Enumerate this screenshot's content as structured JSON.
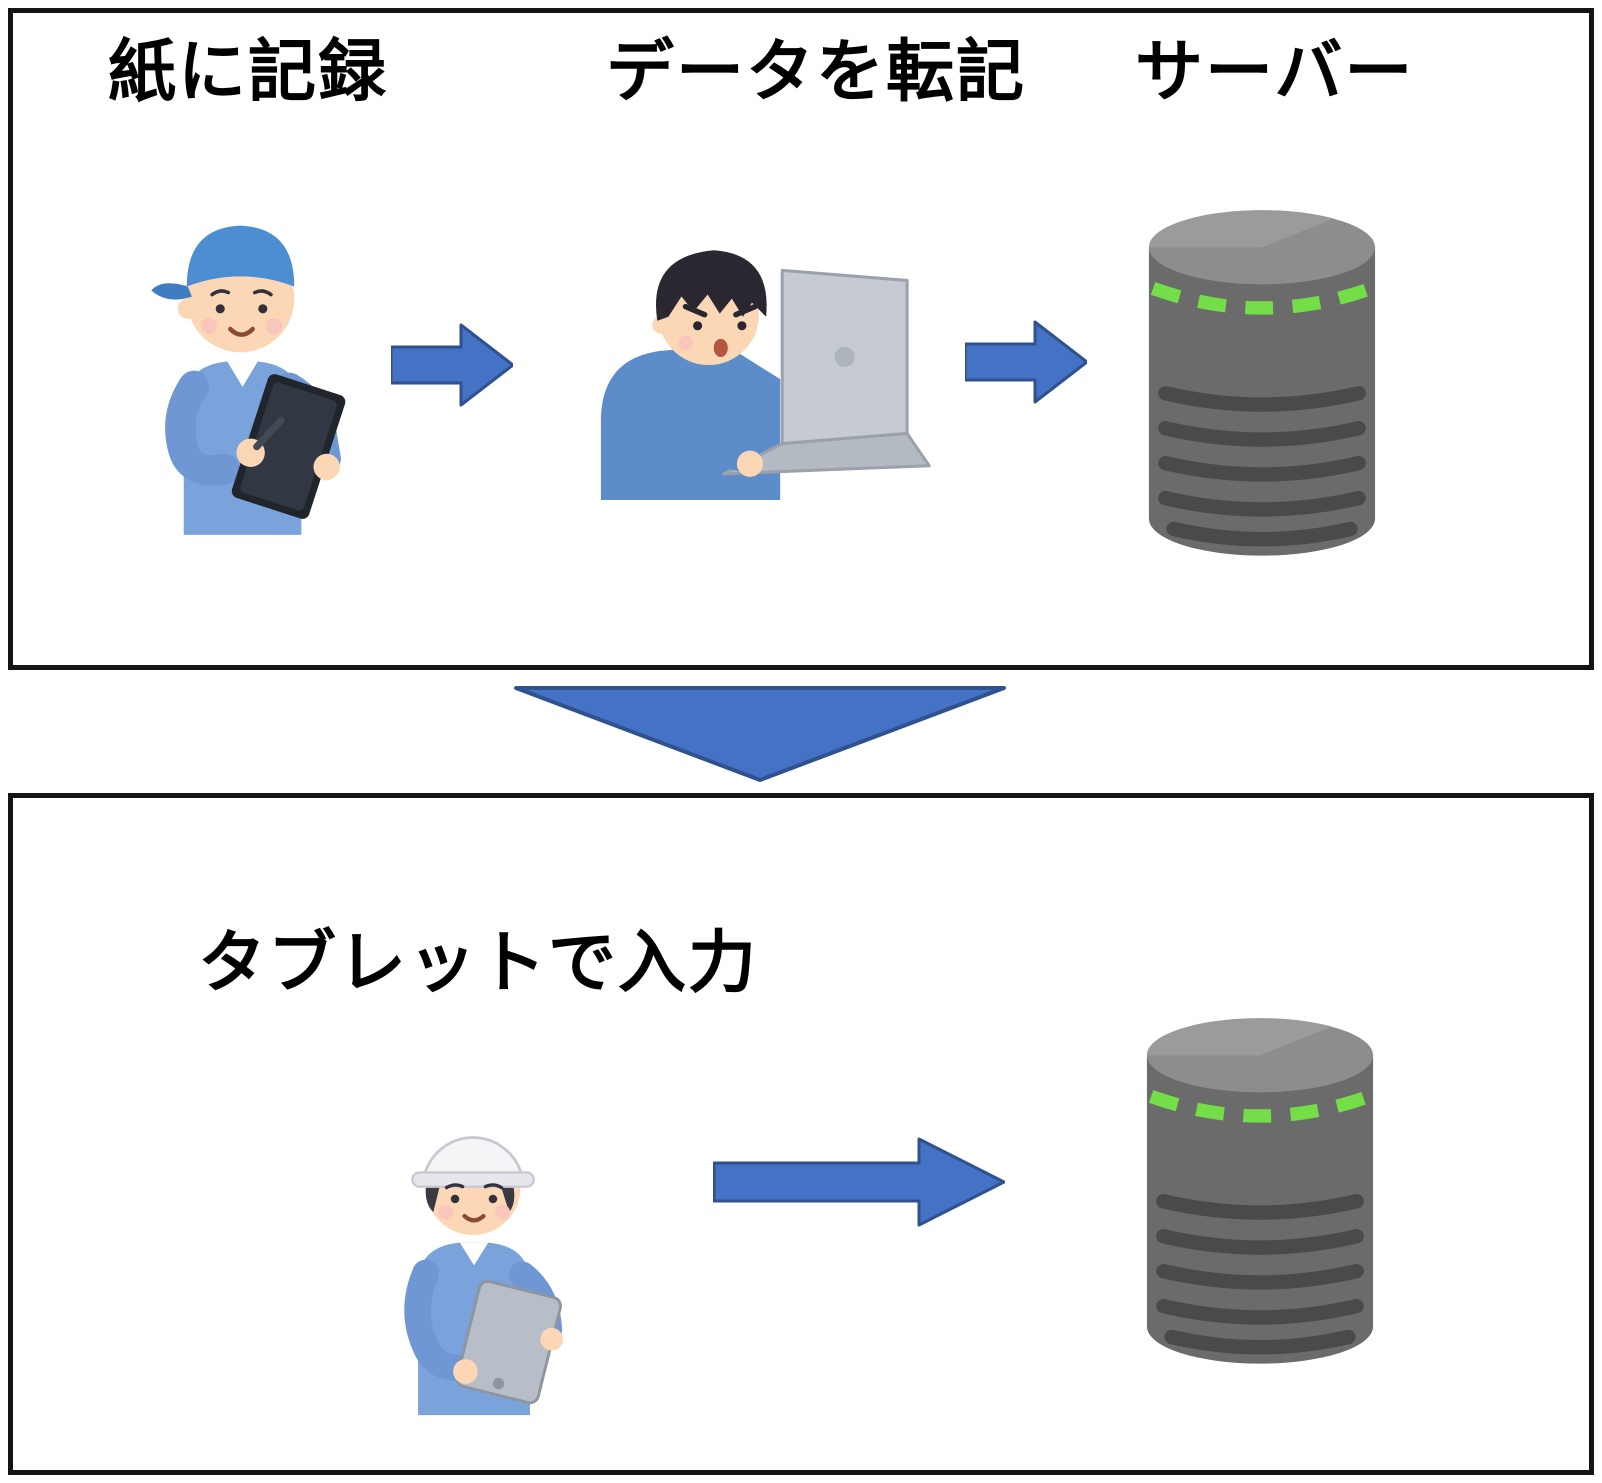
{
  "before": {
    "step1_label": "紙に記録",
    "step2_label": "データを転記",
    "step3_label": "サーバー"
  },
  "after": {
    "step1_label": "タブレットで入力"
  },
  "icons": {
    "worker_writing": "worker with blue cap writing on clipboard",
    "person_laptop": "person typing data into a laptop",
    "server": "gray database server cylinder with green dashed stripe",
    "worker_tablet": "worker with white helmet entering data on tablet",
    "arrow_right": "blue right arrow",
    "arrow_down": "blue downward triangle arrow"
  },
  "colors": {
    "arrow_fill": "#4472C4",
    "arrow_outline": "#2F528F",
    "panel_border": "#141414",
    "server_body": "#6B6B6B",
    "server_top": "#8D8D8D",
    "server_groove": "#4A4A4A",
    "server_stripe": "#74DE48",
    "uniform_blue": "#7AA2DB",
    "skin": "#FBD7B6",
    "background": "#FFFFFF"
  }
}
